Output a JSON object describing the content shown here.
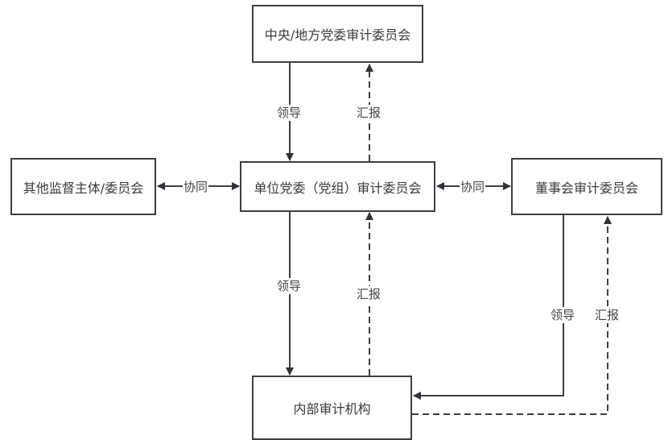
{
  "diagram": {
    "nodes": {
      "central": "中央/地方党委审计委员会",
      "other": "其他监督主体/委员会",
      "unit": "单位党委（党组）审计委员会",
      "board": "董事会审计委员会",
      "internal": "内部审计机构"
    },
    "edges": [
      {
        "from": "central",
        "to": "unit",
        "label": "领导",
        "style": "solid"
      },
      {
        "from": "unit",
        "to": "central",
        "label": "汇报",
        "style": "dashed"
      },
      {
        "from": "other",
        "to": "unit",
        "label": "协同",
        "style": "solid",
        "bidirectional": true
      },
      {
        "from": "unit",
        "to": "board",
        "label": "协同",
        "style": "solid",
        "bidirectional": true
      },
      {
        "from": "unit",
        "to": "internal",
        "label": "领导",
        "style": "solid"
      },
      {
        "from": "internal",
        "to": "unit",
        "label": "汇报",
        "style": "dashed"
      },
      {
        "from": "board",
        "to": "internal",
        "label": "领导",
        "style": "solid"
      },
      {
        "from": "internal",
        "to": "board",
        "label": "汇报",
        "style": "dashed"
      }
    ],
    "colors": {
      "stroke": "#3c3f45",
      "text": "#3a3a3a"
    }
  }
}
